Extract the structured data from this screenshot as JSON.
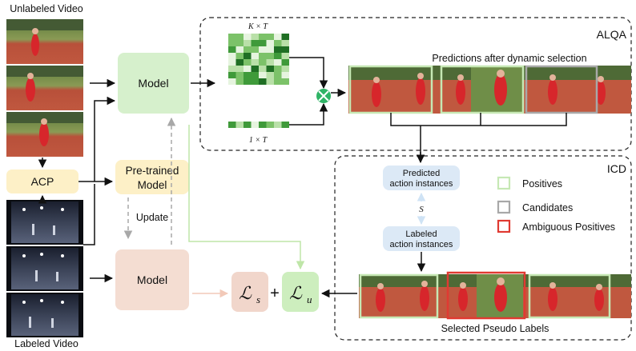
{
  "labels": {
    "unlabeled_video": "Unlabeled Video",
    "labeled_video": "Labeled Video",
    "acp": "ACP",
    "model_top": "Model",
    "pretrained_line1": "Pre-trained",
    "pretrained_line2": "Model",
    "update": "Update",
    "model_bottom": "Model",
    "alqa": "ALQA",
    "icd": "ICD",
    "predictions_title": "Predictions after dynamic selection",
    "pseudo_labels_title": "Selected Pseudo Labels",
    "kt_label": "K × T",
    "onet_label": "1 × T",
    "predicted_line1": "Predicted",
    "predicted_line2": "action instances",
    "labeled_line1": "Labeled",
    "labeled_line2": "action instances",
    "s_symbol": "S",
    "loss_s": "ℒ",
    "loss_s_sub": "s",
    "plus": "+",
    "loss_u": "ℒ",
    "loss_u_sub": "u"
  },
  "legend": [
    {
      "label": "Positives",
      "color": "#c6e8b4"
    },
    {
      "label": "Candidates",
      "color": "#a8a8a8"
    },
    {
      "label": "Ambiguous Positives",
      "color": "#e03a32"
    }
  ],
  "colors": {
    "model_green": "#d6f0cc",
    "model_peach": "#f4ddd2",
    "acp_yellow": "#fdf0c7",
    "loss_s_bg": "#f1d6cb",
    "loss_u_bg": "#cdeebe",
    "action_box": "#dce9f6",
    "multiply_node": "#2fb466",
    "track": "#b84a3a",
    "grass": "#6f8e48"
  }
}
